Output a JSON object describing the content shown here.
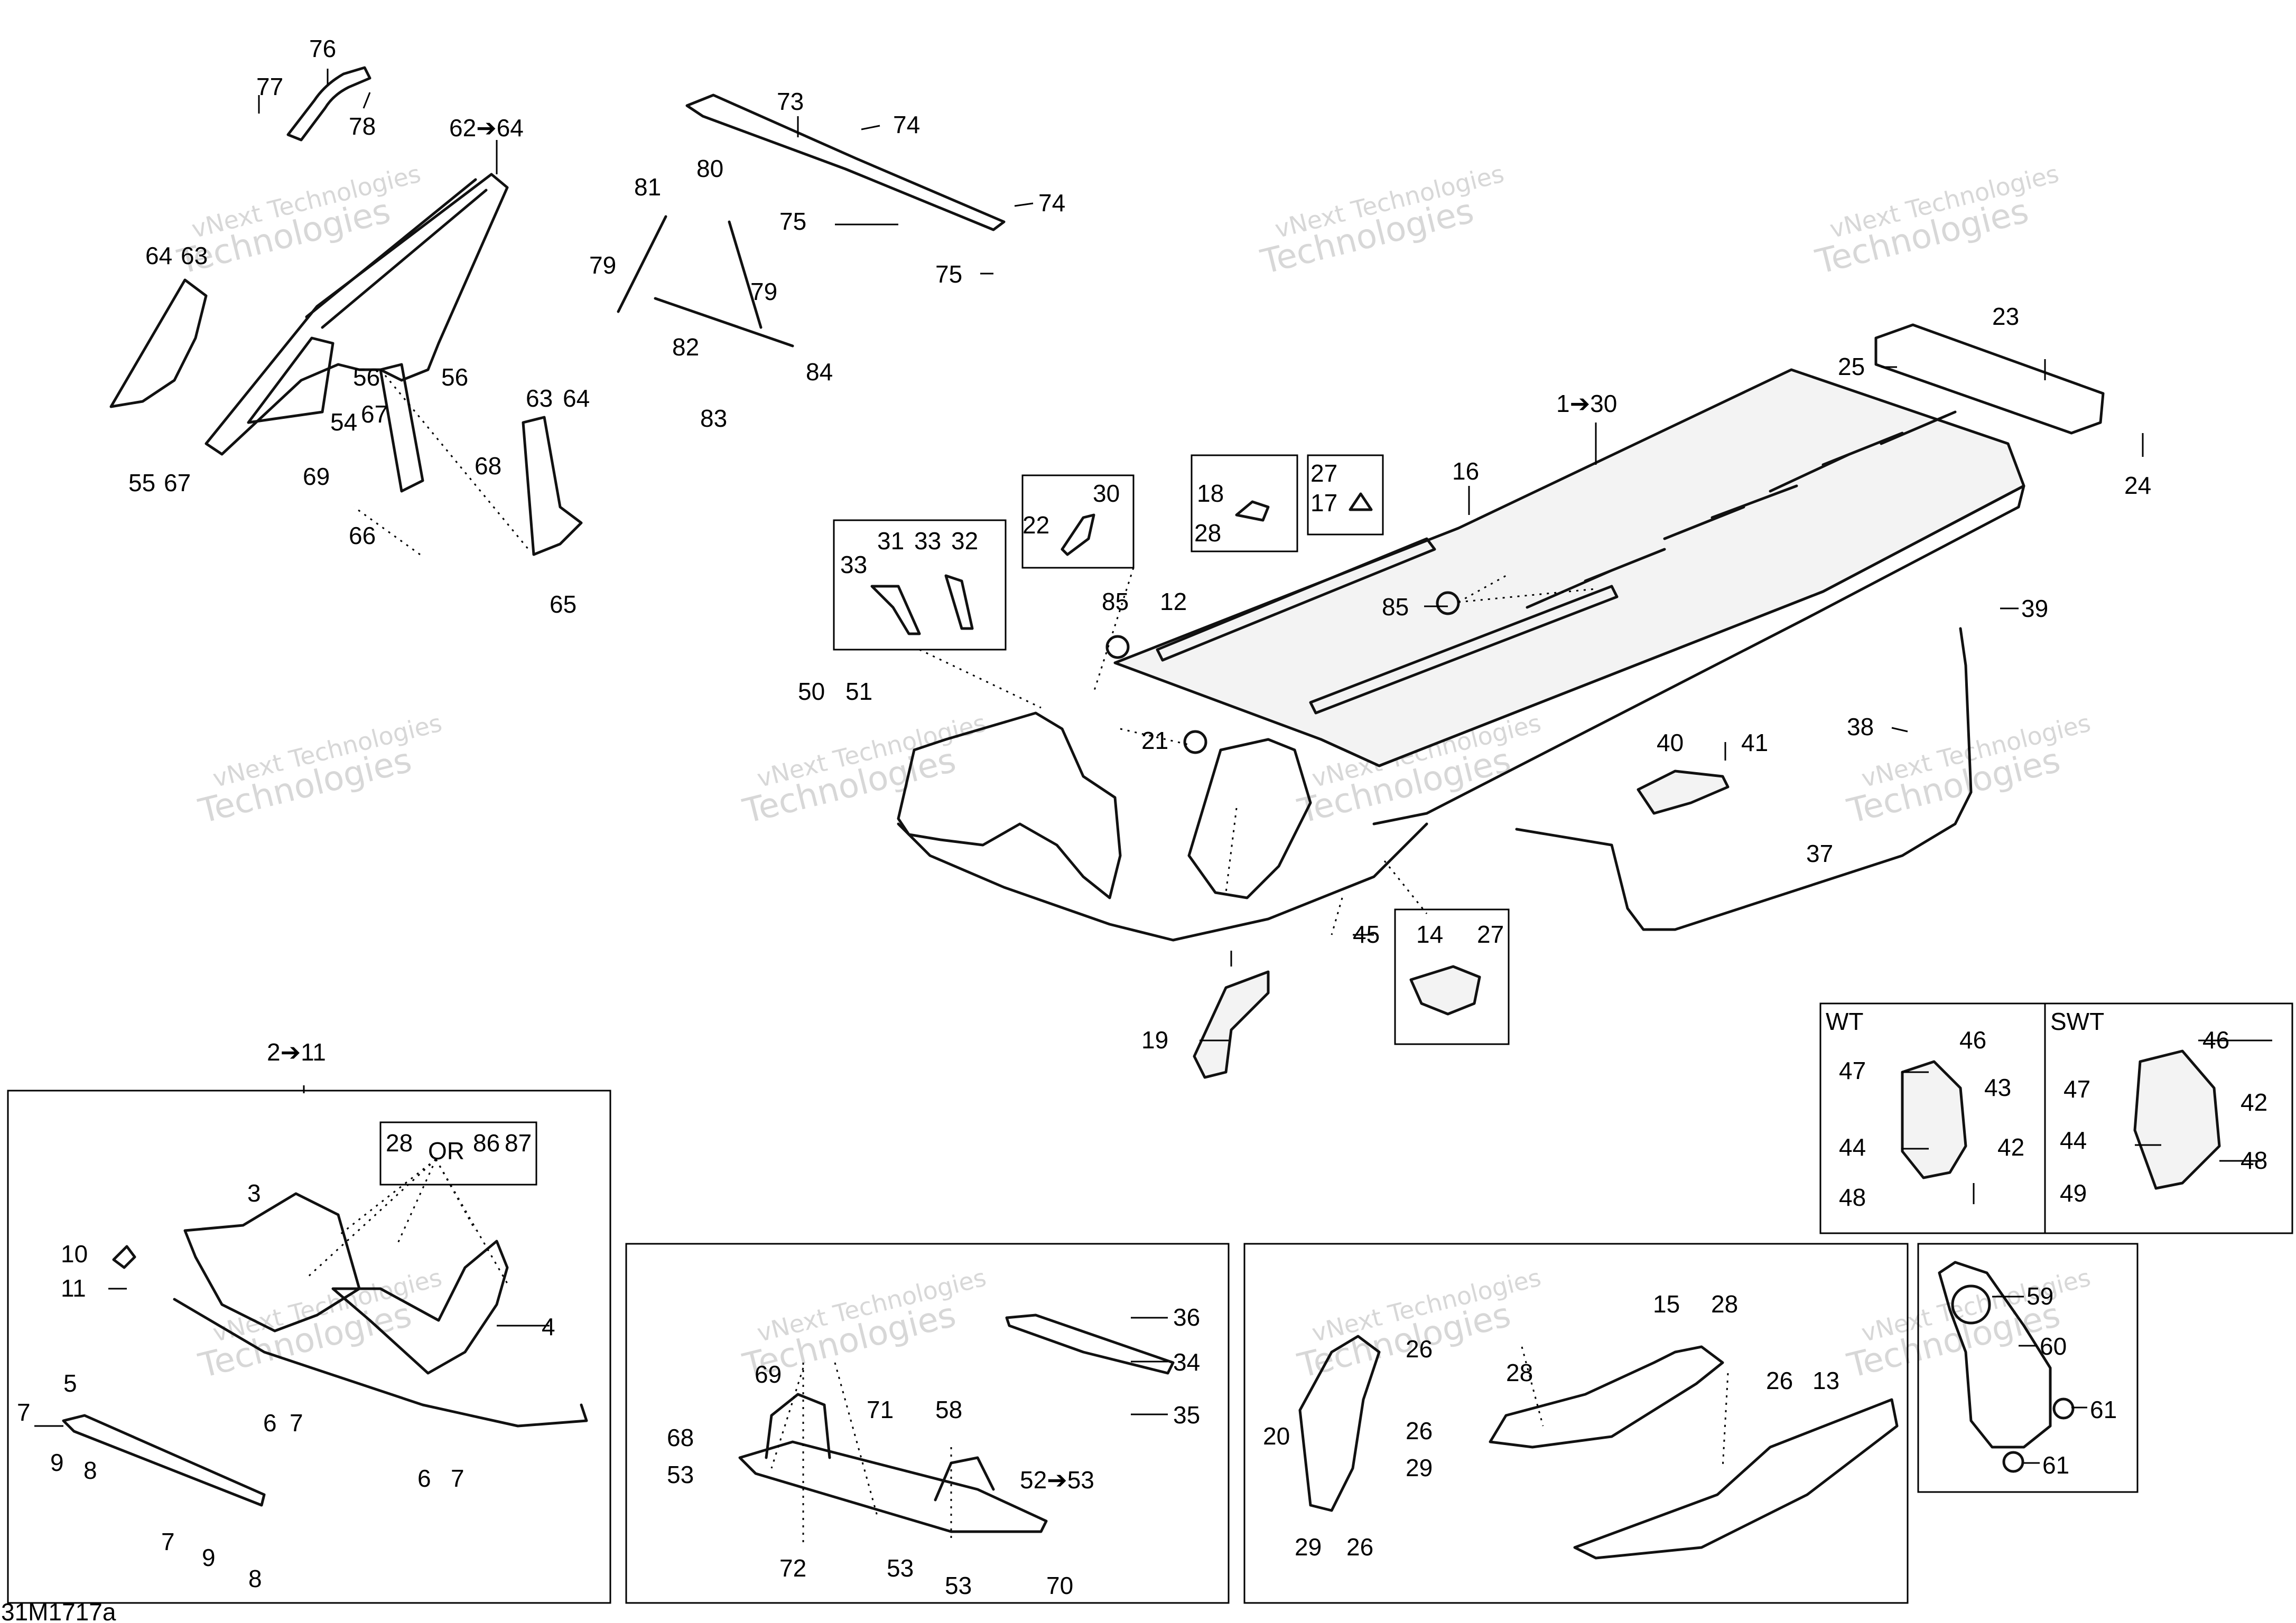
{
  "figure_code": "31M1717a",
  "watermark": {
    "line1": "vNext Technologies",
    "line2": "Technologies"
  },
  "variants": {
    "wt": "WT",
    "swt": "SWT"
  },
  "or_word": "OR",
  "labels": [
    {
      "id": "l77",
      "text": "77"
    },
    {
      "id": "l76",
      "text": "76"
    },
    {
      "id": "l78",
      "text": "78"
    },
    {
      "id": "l62",
      "text": "62➔64"
    },
    {
      "id": "l64a",
      "text": "64"
    },
    {
      "id": "l63a",
      "text": "63"
    },
    {
      "id": "l56a",
      "text": "56"
    },
    {
      "id": "l56b",
      "text": "56"
    },
    {
      "id": "l54",
      "text": "54"
    },
    {
      "id": "l67a",
      "text": "67"
    },
    {
      "id": "l55",
      "text": "55"
    },
    {
      "id": "l67b",
      "text": "67"
    },
    {
      "id": "l69a",
      "text": "69"
    },
    {
      "id": "l66",
      "text": "66"
    },
    {
      "id": "l68a",
      "text": "68"
    },
    {
      "id": "l63b",
      "text": "63"
    },
    {
      "id": "l64b",
      "text": "64"
    },
    {
      "id": "l65",
      "text": "65"
    },
    {
      "id": "l73",
      "text": "73"
    },
    {
      "id": "l74a",
      "text": "74"
    },
    {
      "id": "l74b",
      "text": "74"
    },
    {
      "id": "l75a",
      "text": "75"
    },
    {
      "id": "l75b",
      "text": "75"
    },
    {
      "id": "l81",
      "text": "81"
    },
    {
      "id": "l80",
      "text": "80"
    },
    {
      "id": "l79a",
      "text": "79"
    },
    {
      "id": "l79b",
      "text": "79"
    },
    {
      "id": "l82",
      "text": "82"
    },
    {
      "id": "l84",
      "text": "84"
    },
    {
      "id": "l83",
      "text": "83"
    },
    {
      "id": "l1",
      "text": "1➔30"
    },
    {
      "id": "l23",
      "text": "23"
    },
    {
      "id": "l25",
      "text": "25"
    },
    {
      "id": "l24",
      "text": "24"
    },
    {
      "id": "l16",
      "text": "16"
    },
    {
      "id": "l85a",
      "text": "85"
    },
    {
      "id": "l85b",
      "text": "85"
    },
    {
      "id": "l12",
      "text": "12"
    },
    {
      "id": "l30",
      "text": "30"
    },
    {
      "id": "l22",
      "text": "22"
    },
    {
      "id": "l18",
      "text": "18"
    },
    {
      "id": "l28a",
      "text": "28"
    },
    {
      "id": "l27a",
      "text": "27"
    },
    {
      "id": "l17",
      "text": "17"
    },
    {
      "id": "l31",
      "text": "31"
    },
    {
      "id": "l33a",
      "text": "33"
    },
    {
      "id": "l32",
      "text": "32"
    },
    {
      "id": "l33b",
      "text": "33"
    },
    {
      "id": "l50",
      "text": "50"
    },
    {
      "id": "l51",
      "text": "51"
    },
    {
      "id": "l21",
      "text": "21"
    },
    {
      "id": "l39",
      "text": "39"
    },
    {
      "id": "l38",
      "text": "38"
    },
    {
      "id": "l37",
      "text": "37"
    },
    {
      "id": "l40",
      "text": "40"
    },
    {
      "id": "l41",
      "text": "41"
    },
    {
      "id": "l45",
      "text": "45"
    },
    {
      "id": "l14",
      "text": "14"
    },
    {
      "id": "l27b",
      "text": "27"
    },
    {
      "id": "l19",
      "text": "19"
    },
    {
      "id": "l2",
      "text": "2➔11"
    },
    {
      "id": "l28b",
      "text": "28"
    },
    {
      "id": "l86",
      "text": "86"
    },
    {
      "id": "l87",
      "text": "87"
    },
    {
      "id": "l3",
      "text": "3"
    },
    {
      "id": "l10",
      "text": "10"
    },
    {
      "id": "l11",
      "text": "11"
    },
    {
      "id": "l4",
      "text": "4"
    },
    {
      "id": "l6a",
      "text": "6"
    },
    {
      "id": "l7a",
      "text": "7"
    },
    {
      "id": "l5",
      "text": "5"
    },
    {
      "id": "l7b",
      "text": "7"
    },
    {
      "id": "l9a",
      "text": "9"
    },
    {
      "id": "l8a",
      "text": "8"
    },
    {
      "id": "l6b",
      "text": "6"
    },
    {
      "id": "l7c",
      "text": "7"
    },
    {
      "id": "l7d",
      "text": "7"
    },
    {
      "id": "l9b",
      "text": "9"
    },
    {
      "id": "l8b",
      "text": "8"
    },
    {
      "id": "l36",
      "text": "36"
    },
    {
      "id": "l34",
      "text": "34"
    },
    {
      "id": "l35",
      "text": "35"
    },
    {
      "id": "l69b",
      "text": "69"
    },
    {
      "id": "l71",
      "text": "71"
    },
    {
      "id": "l58",
      "text": "58"
    },
    {
      "id": "l68b",
      "text": "68"
    },
    {
      "id": "l53a",
      "text": "53"
    },
    {
      "id": "l52",
      "text": "52➔53"
    },
    {
      "id": "l72",
      "text": "72"
    },
    {
      "id": "l53b",
      "text": "53"
    },
    {
      "id": "l53c",
      "text": "53"
    },
    {
      "id": "l70",
      "text": "70"
    },
    {
      "id": "l26a",
      "text": "26"
    },
    {
      "id": "l20",
      "text": "20"
    },
    {
      "id": "l26b",
      "text": "26"
    },
    {
      "id": "l29a",
      "text": "29"
    },
    {
      "id": "l29b",
      "text": "29"
    },
    {
      "id": "l26c",
      "text": "26"
    },
    {
      "id": "l15",
      "text": "15"
    },
    {
      "id": "l28c",
      "text": "28"
    },
    {
      "id": "l28d",
      "text": "28"
    },
    {
      "id": "l26d",
      "text": "26"
    },
    {
      "id": "l13",
      "text": "13"
    },
    {
      "id": "l46a",
      "text": "46"
    },
    {
      "id": "l47a",
      "text": "47"
    },
    {
      "id": "l43",
      "text": "43"
    },
    {
      "id": "l44a",
      "text": "44"
    },
    {
      "id": "l42a",
      "text": "42"
    },
    {
      "id": "l48a",
      "text": "48"
    },
    {
      "id": "l46b",
      "text": "46"
    },
    {
      "id": "l47b",
      "text": "47"
    },
    {
      "id": "l42b",
      "text": "42"
    },
    {
      "id": "l44b",
      "text": "44"
    },
    {
      "id": "l48b",
      "text": "48"
    },
    {
      "id": "l49",
      "text": "49"
    },
    {
      "id": "l59",
      "text": "59"
    },
    {
      "id": "l60",
      "text": "60"
    },
    {
      "id": "l61a",
      "text": "61"
    },
    {
      "id": "l61b",
      "text": "61"
    }
  ]
}
